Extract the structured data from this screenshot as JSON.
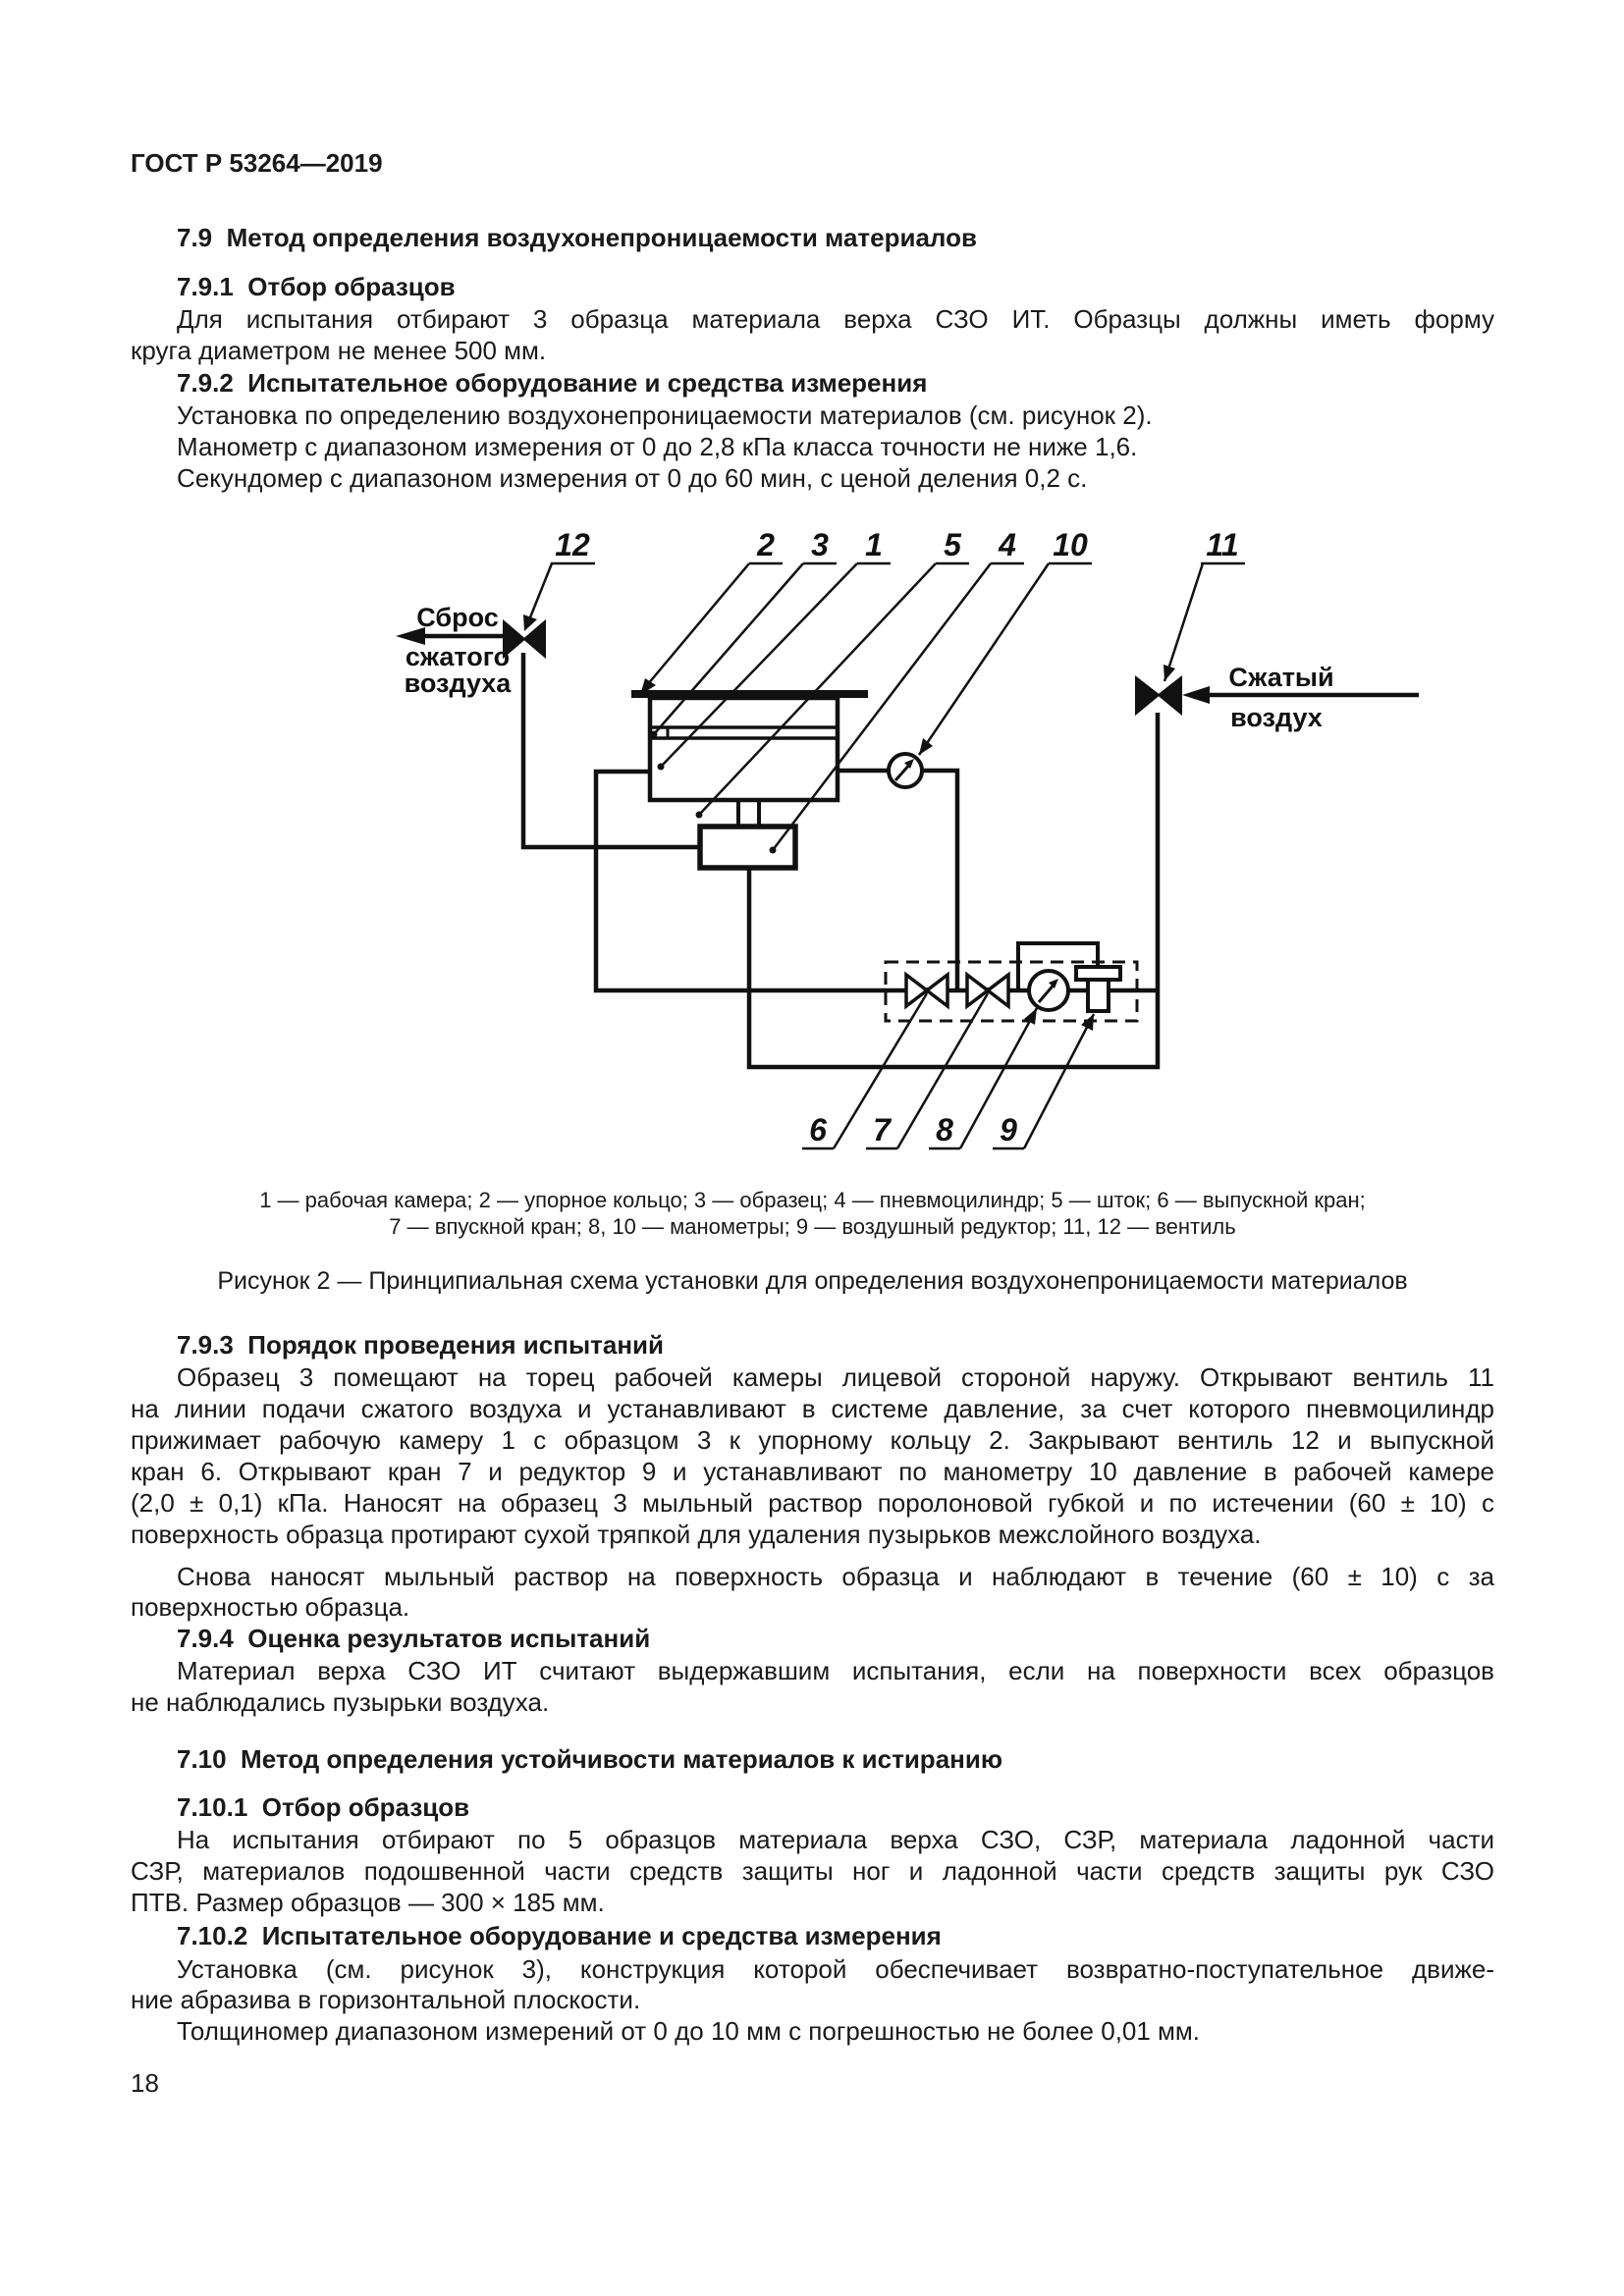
{
  "page": {
    "header": "ГОСТ Р 53264—2019",
    "number": "18"
  },
  "s79": {
    "title": "7.9  Метод определения воздухонепроницаемости материалов"
  },
  "s791": {
    "title": "7.9.1  Отбор образцов",
    "l1": "Для испытания отбирают 3 образца материала верха СЗО ИТ. Образцы должны иметь форму",
    "l2": "круга диаметром не менее 500 мм."
  },
  "s792": {
    "title": "7.9.2  Испытательное оборудование и средства измерения",
    "l1": "Установка по определению воздухонепроницаемости материалов (см. рисунок 2).",
    "l2": "Манометр с диапазоном измерения от 0 до 2,8 кПа класса точности не ниже 1,6.",
    "l3": "Секундомер с диапазоном измерения от 0 до 60 мин, с ценой деления 0,2 с."
  },
  "figure": {
    "callouts": {
      "c1": "1",
      "c2": "2",
      "c3": "3",
      "c4": "4",
      "c5": "5",
      "c6": "6",
      "c7": "7",
      "c8": "8",
      "c9": "9",
      "c10": "10",
      "c11": "11",
      "c12": "12"
    },
    "vent_label": {
      "l1": "Сброс",
      "l2": "сжатого",
      "l3": "воздуха"
    },
    "supply_label": {
      "l1": "Сжатый",
      "l2": "воздух"
    },
    "legend1": "1 — рабочая камера; 2 — упорное кольцо; 3 — образец; 4 — пневмоцилиндр; 5 — шток; 6 — выпускной кран;",
    "legend2": "7 — впускной кран; 8, 10 — манометры; 9 — воздушный редуктор; 11, 12 — вентиль",
    "caption": "Рисунок 2 — Принципиальная схема установки для определения воздухонепроницаемости материалов"
  },
  "s793": {
    "title": "7.9.3  Порядок проведения испытаний",
    "p1l1": "Образец 3 помещают на торец рабочей камеры лицевой стороной наружу. Открывают вентиль 11",
    "p1l2": "на линии подачи сжатого воздуха и устанавливают в системе давление, за счет которого пневмоцилиндр",
    "p1l3": "прижимает рабочую камеру 1 с образцом 3 к упорному кольцу 2. Закрывают вентиль 12 и выпускной",
    "p1l4": "кран 6. Открывают кран 7 и редуктор 9 и устанавливают по манометру 10 давление в рабочей камере",
    "p1l5": "(2,0 ± 0,1) кПа. Наносят на образец 3 мыльный раствор поролоновой губкой и по истечении (60 ± 10) с",
    "p1l6": "поверхность образца протирают сухой тряпкой для удаления пузырьков межслойного воздуха.",
    "p2l1": "Снова наносят мыльный раствор на поверхность образца и наблюдают в течение (60 ± 10) с за",
    "p2l2": "поверхностью образца."
  },
  "s794": {
    "title": "7.9.4  Оценка результатов испытаний",
    "l1": "Материал верха СЗО ИТ считают выдержавшим испытания, если на поверхности всех образцов",
    "l2": "не наблюдались пузырьки воздуха."
  },
  "s710": {
    "title": "7.10  Метод определения устойчивости материалов к истиранию"
  },
  "s7101": {
    "title": "7.10.1  Отбор образцов",
    "l1": "На испытания отбирают по 5 образцов материала верха СЗО, СЗР, материала ладонной части",
    "l2": "СЗР, материалов подошвенной части средств защиты ног и ладонной части средств защиты рук СЗО",
    "l3": "ПТВ. Размер образцов — 300 × 185 мм."
  },
  "s7102": {
    "title": "7.10.2  Испытательное оборудование и средства измерения",
    "l1": "Установка (см. рисунок 3), конструкция которой обеспечивает возвратно-поступательное движе-",
    "l2": "ние абразива в горизонтальной плоскости.",
    "l3": "Толщиномер диапазоном измерений от 0 до 10 мм с погрешностью не более 0,01 мм."
  }
}
